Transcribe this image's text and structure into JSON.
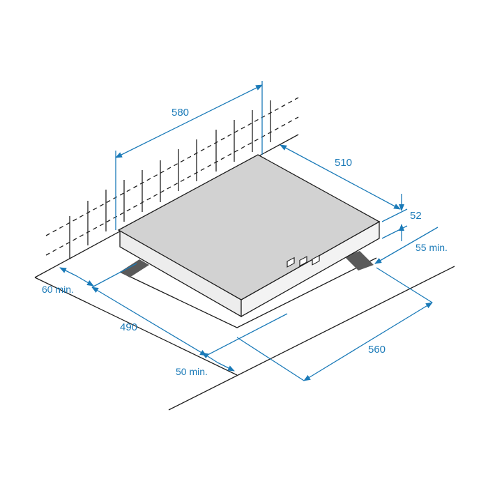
{
  "colors": {
    "dimension": "#1a7ab8",
    "outline": "#1f1f1f",
    "hob_top": "#d2d2d2",
    "hob_edge": "#e6e6e6",
    "support": "#5a5a5a"
  },
  "dimensions": {
    "width_top": "580",
    "depth_top": "510",
    "height": "52",
    "rear_clearance": "55 min.",
    "side_clearance": "60 min.",
    "cutout_depth": "490",
    "cutout_width": "560",
    "front_clearance": "50 min."
  },
  "icons": {
    "dimension_arrow": "arrowhead-icon",
    "control_knob": "knob-icon"
  }
}
